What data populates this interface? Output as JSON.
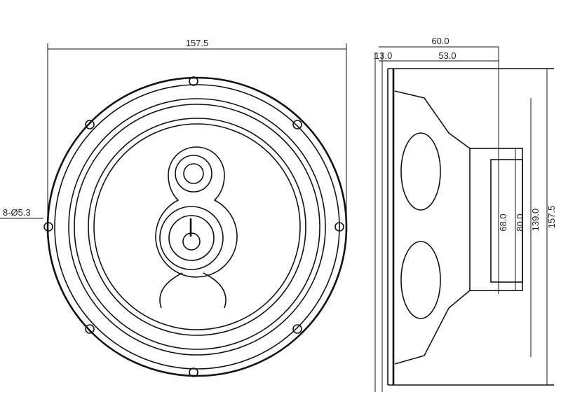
{
  "front_view": {
    "diameter_label": "157.5",
    "holes_label": "8-Ø5.3"
  },
  "side_view": {
    "depth_total_label": "60.0",
    "depth_body_label": "53.0",
    "flange_label": "13.0",
    "dims_vertical": [
      "68.0",
      "80.0",
      "139.0",
      "157.5"
    ]
  }
}
